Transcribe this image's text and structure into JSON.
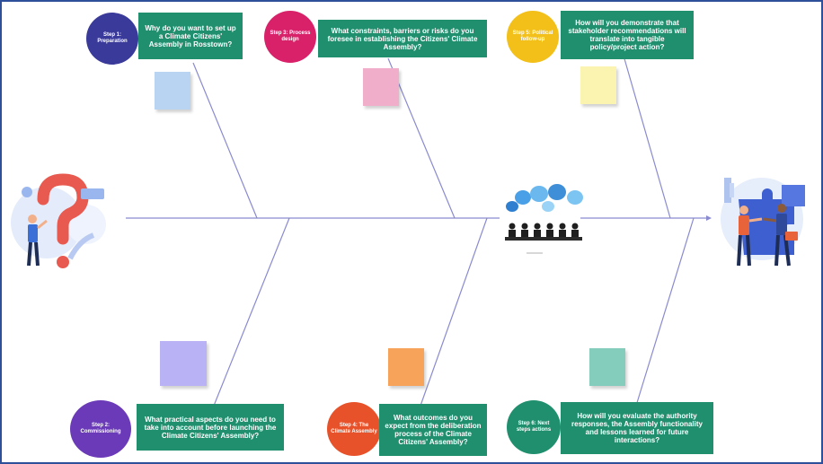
{
  "steps": [
    {
      "label": "Step 1: Preparation",
      "color": "#3a3a9a",
      "question": "Why do you want to set up a Climate Citizens' Assembly in Rosstown?",
      "note_color": "#b9d3f2"
    },
    {
      "label": "Step 3: Process design",
      "color": "#d9216a",
      "question": "What constraints, barriers or risks do you foresee in establishing the Citizens' Climate Assembly?",
      "note_color": "#f0aecb"
    },
    {
      "label": "Step 5: Political follow-up",
      "color": "#f2c018",
      "question": "How will you demonstrate that stakeholder recommendations will translate into tangible policy/project action?",
      "note_color": "#fbf3b0"
    },
    {
      "label": "Step 2: Commissioning",
      "color": "#6a3ab8",
      "question": "What practical aspects do you need to take into account before launching the Climate Citizens' Assembly?",
      "note_color": "#b9b3f5"
    },
    {
      "label": "Step 4: The Climate Assembly",
      "color": "#e8522a",
      "question": "What outcomes do you expect from the deliberation process of the Climate Citizens' Assembly?",
      "note_color": "#f7a35a"
    },
    {
      "label": "Step 6: Next steps actions",
      "color": "#1f8f6e",
      "question": "How will you evaluate the authority responses, the Assembly functionality and lessons learned for future interactions?",
      "note_color": "#84cdbd"
    }
  ],
  "colors": {
    "spine": "#8a8ad0",
    "frame": "#2e4f9a"
  },
  "icons": {
    "left": "question-person-icon",
    "center": "assembly-meeting-icon",
    "right": "puzzle-handshake-icon"
  }
}
